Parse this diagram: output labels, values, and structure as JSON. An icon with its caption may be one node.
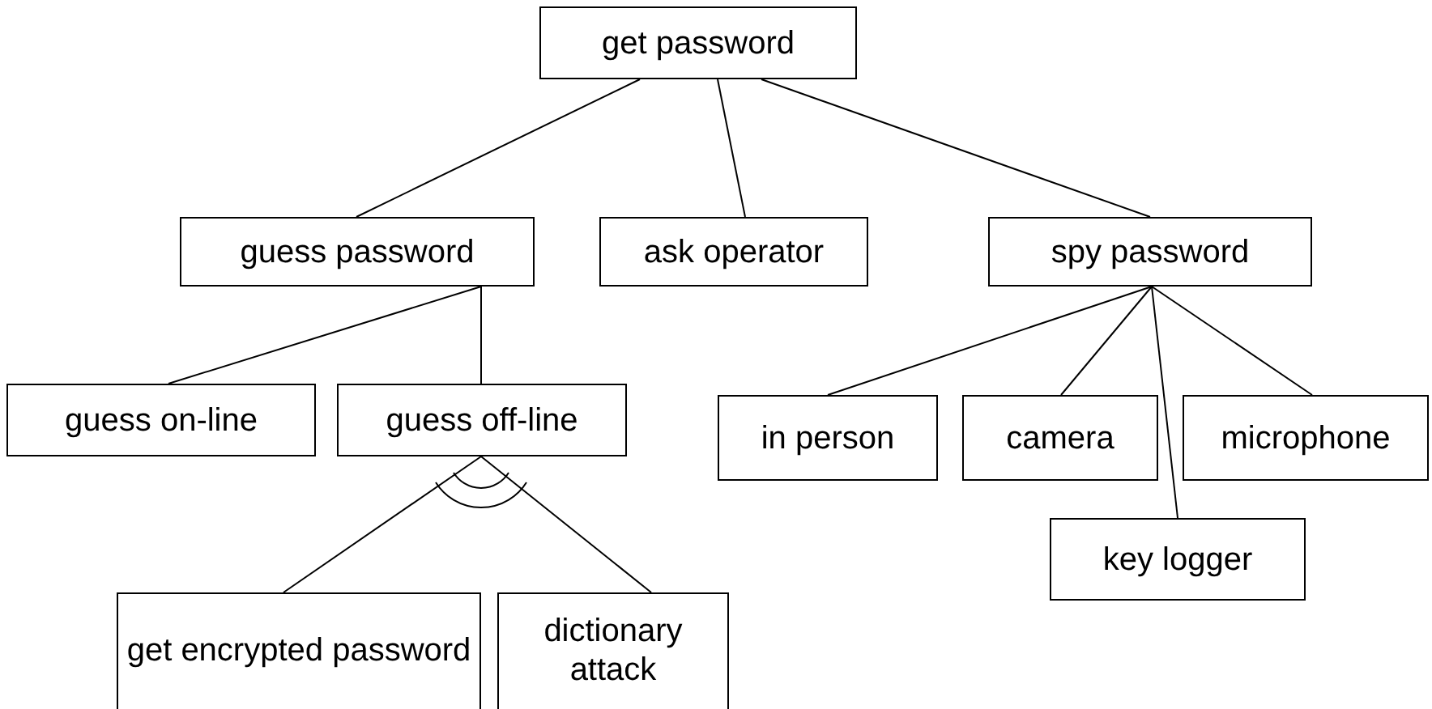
{
  "diagram": {
    "nodes": [
      {
        "text": [
          "get password"
        ]
      },
      {
        "text": [
          "guess password"
        ]
      },
      {
        "text": [
          "ask operator"
        ]
      },
      {
        "text": [
          "spy password"
        ]
      },
      {
        "text": [
          "guess on-line"
        ]
      },
      {
        "text": [
          "guess off-line"
        ]
      },
      {
        "text": [
          "in person"
        ]
      },
      {
        "text": [
          "camera"
        ]
      },
      {
        "text": [
          "microphone"
        ]
      },
      {
        "text": [
          "key logger"
        ]
      },
      {
        "text": [
          "get encrypted password"
        ]
      },
      {
        "text": [
          "dictionary attack"
        ]
      }
    ],
    "edges": [
      {
        "from": 0,
        "to": 1,
        "arrow": "none"
      },
      {
        "from": 0,
        "to": 2,
        "arrow": "none"
      },
      {
        "from": 0,
        "to": 3,
        "arrow": "none"
      },
      {
        "from": 1,
        "to": 4,
        "arrow": "none"
      },
      {
        "from": 1,
        "to": 5,
        "arrow": "none"
      },
      {
        "from": 3,
        "to": 6,
        "arrow": "none"
      },
      {
        "from": 3,
        "to": 7,
        "arrow": "none"
      },
      {
        "from": 3,
        "to": 9,
        "arrow": "none"
      },
      {
        "from": 3,
        "to": 8,
        "arrow": "none"
      },
      {
        "from": 5,
        "to": 10,
        "arrow": "none"
      },
      {
        "from": 5,
        "to": 11,
        "arrow": "none"
      }
    ]
  }
}
